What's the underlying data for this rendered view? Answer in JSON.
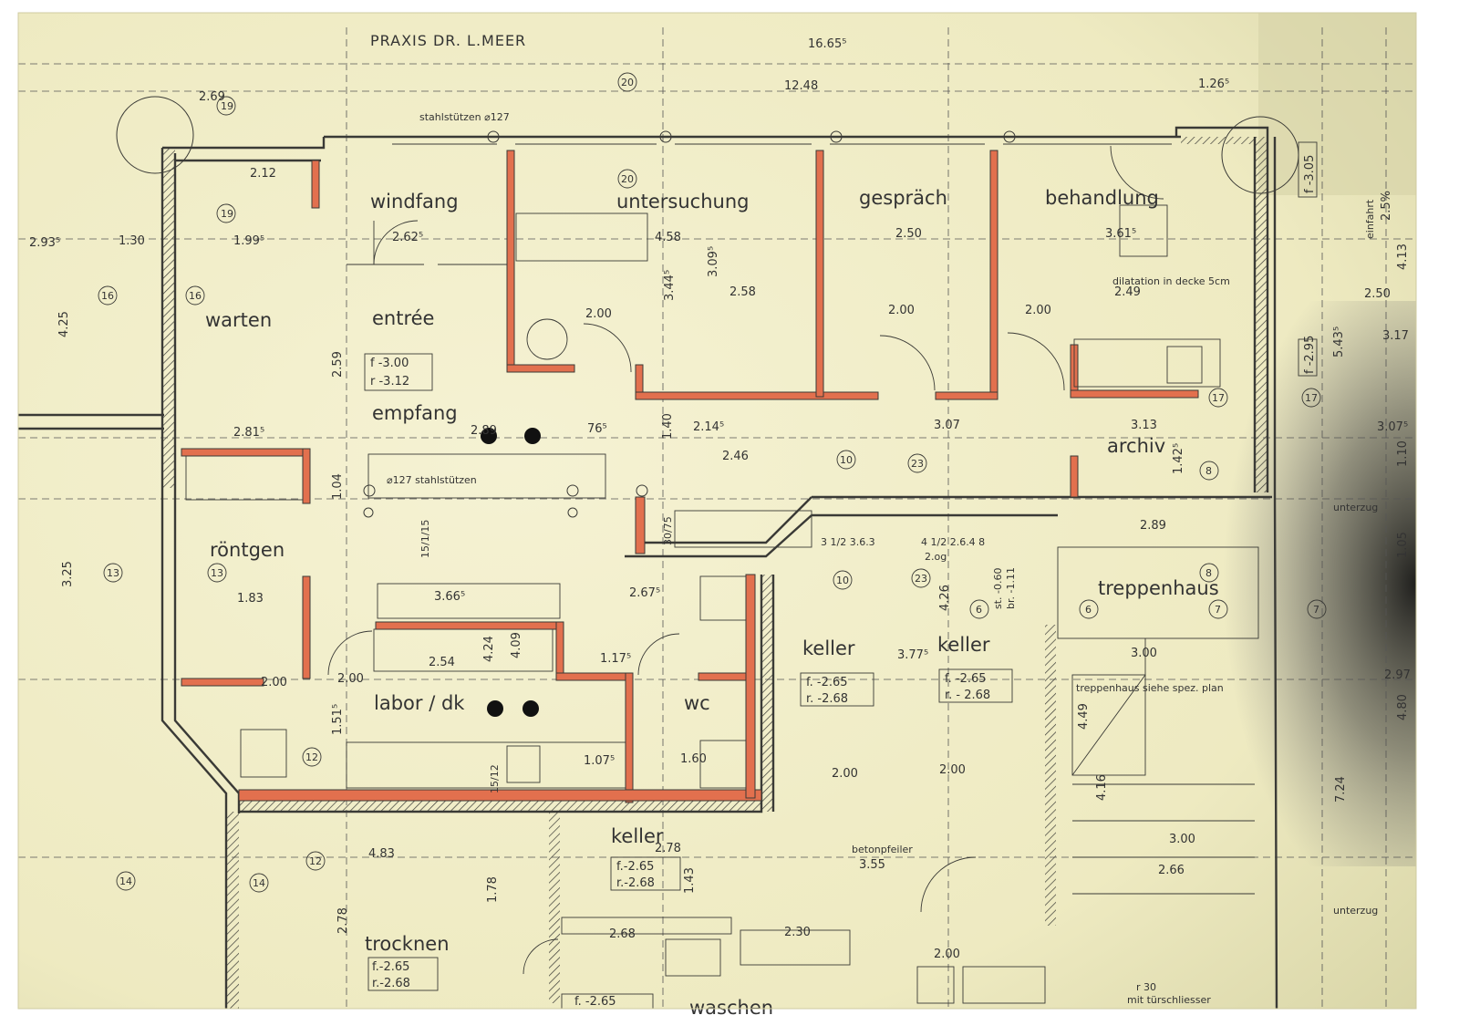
{
  "title": "PRAXIS  DR. L.MEER",
  "colors": {
    "paper": "#f1edc7",
    "line": "#3a3a36",
    "partition": "#e2704e",
    "shadow": "#1c1c1c"
  },
  "rooms": {
    "warten": "warten",
    "entree": "entrée",
    "empfang": "empfang",
    "windfang": "windfang",
    "untersuchung": "untersuchung",
    "gespraech": "gespräch",
    "behandlung": "behandlung",
    "archiv": "archiv",
    "roentgen": "röntgen",
    "labor": "labor / dk",
    "wc": "wc",
    "keller1": "keller",
    "keller2": "keller",
    "keller3": "keller",
    "treppenhaus": "treppenhaus",
    "trocknen": "trocknen",
    "waschen": "waschen"
  },
  "levels": {
    "entree_f": "f -3.00",
    "entree_r": "r -3.12",
    "keller1_f": "f. -2.65",
    "keller1_r": "r. -2.68",
    "keller2_f": "f. -2.65",
    "keller2_r": "r. - 2.68",
    "keller3_f": "f.-2.65",
    "keller3_r": "r.-2.68",
    "trocknen_f": "f.-2.65",
    "trocknen_r": "r.-2.68",
    "waschen_f": "f. -2.65",
    "behandlung_f": "f -3.05",
    "archiv_f": "f -2.95"
  },
  "notes": {
    "stahl_top": "stahlstützen  ⌀127",
    "stahl_mid": "⌀127 stahlstützen",
    "dilatation": "dilatation in decke 5cm",
    "treppenhaus_plan": "treppenhaus siehe spez. plan",
    "betonpfeiler": "betonpfeiler",
    "betonpfeiler_dim": "3.55",
    "unterzug1": "unterzug",
    "unterzug2": "unterzug",
    "einfahrt": "einfahrt",
    "einfahrt_pct": "2.5%",
    "tuerschliesser": "mit türschliesser",
    "r30": "r 30",
    "keller_ref1": "3 1/2  3.6.3",
    "keller_ref2": "4 1/2  2.6.4 8",
    "keller_ref3": "2.og",
    "stair_st": "st. -0.60",
    "stair_br": "br. -1.11"
  },
  "dims": {
    "overall": "16.65⁵",
    "d1248": "12.48",
    "d1265": "1.26⁵",
    "d269": "2.69",
    "d2935": "2.93⁵",
    "d130": "1.30",
    "d1995": "1.99⁵",
    "d2625": "2.62⁵",
    "d212": "2.12",
    "d458": "4.58",
    "d250": "2.50",
    "d3615": "3.61⁵",
    "d3445": "3.44⁵",
    "d309": "3.09⁵",
    "d258": "2.58",
    "d249": "2.49",
    "d200a": "2.00",
    "d200b": "2.00",
    "d200c": "2.00",
    "d259": "2.59",
    "d425": "4.25",
    "d2815": "2.81⁵",
    "d289": "2.89",
    "d765": "76⁵",
    "d2145": "2.14⁵",
    "d307": "3.07",
    "d313": "3.13",
    "d246": "2.46",
    "d140": "1.40",
    "d104": "1.04",
    "d325": "3.25",
    "d183": "1.83",
    "d3665": "3.66⁵",
    "d2675": "2.67⁵",
    "d254": "2.54",
    "d1175": "1.17⁵",
    "d1075": "1.07⁵",
    "d160": "1.60",
    "d1515": "1.51⁵",
    "d483": "4.83",
    "d278": "2.78",
    "d278b": "2.78",
    "d268": "2.68",
    "d230": "2.30",
    "d377": "3.77⁵",
    "d426": "4.26",
    "d416": "4.16",
    "d449": "4.49",
    "d300": "3.00",
    "d300b": "3.00",
    "d266": "2.66",
    "d289b": "2.89",
    "d480": "4.80",
    "d297": "2.97",
    "d724": "7.24",
    "d317": "3.17",
    "d250r": "2.50",
    "d5435": "5.43⁵",
    "d3075": "3.07⁵",
    "d105": "1.05",
    "d110": "1.10",
    "d413": "4.13",
    "d143": "1.43",
    "d178": "1.78",
    "d424": "4.24",
    "d409": "4.09",
    "d142": "1.42⁵",
    "d200d": "2.00",
    "d200e": "2.00",
    "d200f": "2.00",
    "d200g": "2.00",
    "d200h": "2.00",
    "d3075r": "3.07",
    "d2200": "2.00",
    "d30_75": "30/75",
    "d15_11": "15/1/15",
    "d1512": "15/12"
  },
  "axes": [
    "19",
    "19",
    "16",
    "16",
    "20",
    "20",
    "17",
    "17",
    "8",
    "8",
    "13",
    "13",
    "12",
    "12",
    "14",
    "14",
    "10",
    "10",
    "23",
    "23",
    "6",
    "6",
    "7",
    "7"
  ]
}
